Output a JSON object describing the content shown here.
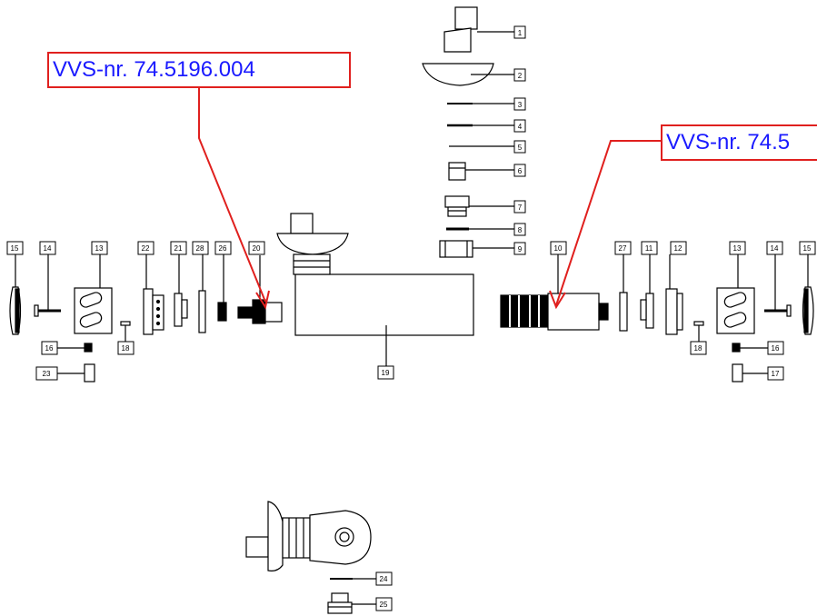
{
  "callouts": {
    "left": {
      "text": "VVS-nr. 74.5196.004"
    },
    "right": {
      "text": "VVS-nr. 74.5"
    }
  },
  "part_labels": {
    "p1": "1",
    "p2": "2",
    "p3": "3",
    "p4": "4",
    "p5": "5",
    "p6": "6",
    "p7": "7",
    "p8": "8",
    "p9": "9",
    "p10": "10",
    "p11": "11",
    "p12": "12",
    "p13a": "13",
    "p13b": "13",
    "p14a": "14",
    "p14b": "14",
    "p15a": "15",
    "p15b": "15",
    "p16a": "16",
    "p16b": "16",
    "p17": "17",
    "p18a": "18",
    "p18b": "18",
    "p19": "19",
    "p20": "20",
    "p21": "21",
    "p22": "22",
    "p23": "23",
    "p24": "24",
    "p25": "25",
    "p26": "26",
    "p27": "27",
    "p28a": "28"
  },
  "colors": {
    "callout_border": "#e0201e",
    "callout_text": "#1a1aff",
    "leader_line": "#e0201e",
    "drawing": "#000000"
  }
}
